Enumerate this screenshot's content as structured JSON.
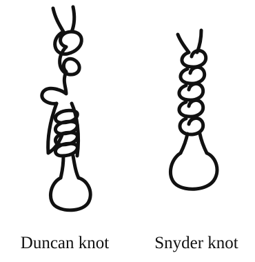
{
  "figure": {
    "knots": [
      {
        "name": "Duncan knot",
        "icon": "duncan-knot-drawing"
      },
      {
        "name": "Snyder knot",
        "icon": "snyder-knot-drawing"
      }
    ]
  },
  "colors": {
    "line": "#111111",
    "background": "#ffffff"
  }
}
